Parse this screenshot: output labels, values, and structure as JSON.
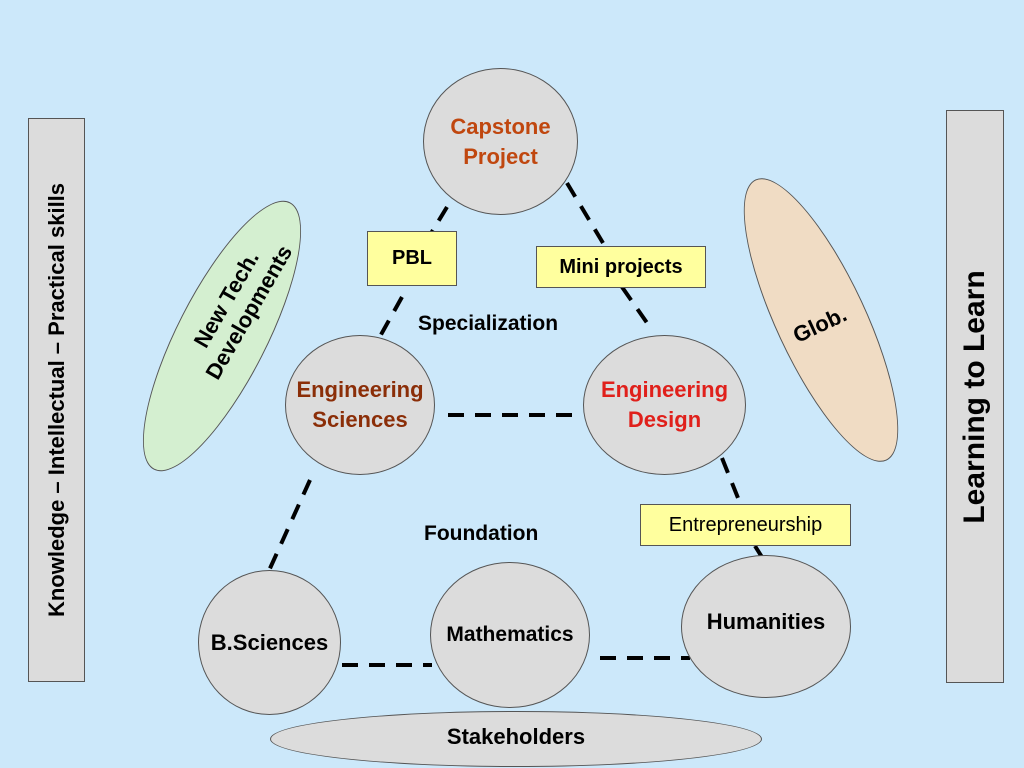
{
  "nodes": {
    "capstone": [
      "Capstone",
      "Project"
    ],
    "eng_sciences": [
      "Engineering",
      "Sciences"
    ],
    "eng_design": [
      "Engineering",
      "Design"
    ],
    "b_sciences": "B.Sciences",
    "mathematics": "Mathematics",
    "humanities": "Humanities",
    "stakeholders": "Stakeholders"
  },
  "tags": {
    "pbl": "PBL",
    "mini_projects": "Mini projects",
    "entrepreneurship": "Entrepreneurship"
  },
  "levels": {
    "specialization": "Specialization",
    "foundation": "Foundation"
  },
  "side_bars": {
    "left": "Knowledge – Intellectual – Practical skills",
    "right": "Learning to Learn"
  },
  "ovals": {
    "new_tech": [
      "New Tech.",
      "Developments"
    ],
    "glob": "Glob."
  },
  "colors": {
    "background": "#cce8fa",
    "node_fill": "#dcdcdc",
    "tag_fill": "#ffff9e",
    "new_tech_fill": "#d4efd0",
    "glob_fill": "#f0dcc4",
    "capstone_text": "#c0470f",
    "eng_sciences_text": "#8b2e08",
    "eng_design_text": "#e0201b"
  }
}
